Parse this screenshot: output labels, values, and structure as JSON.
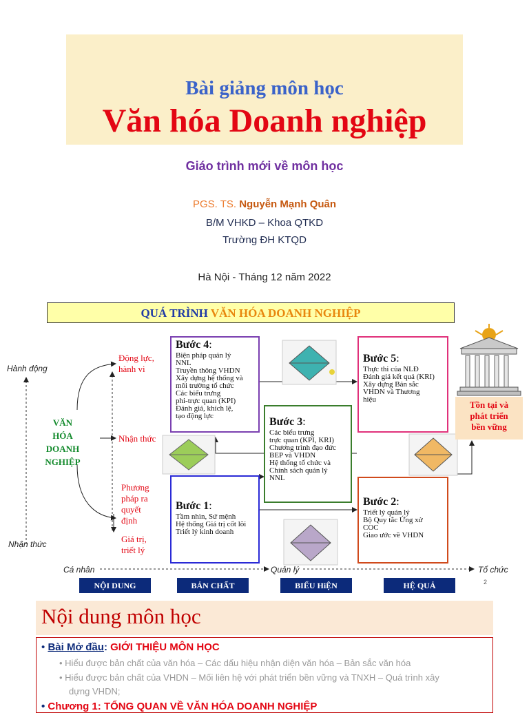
{
  "slide1": {
    "lecture": "Bài giảng môn học",
    "course": "Văn hóa Doanh nghiệp",
    "subtitle": "Giáo trình mới về môn học",
    "author_prefix": "PGS. TS.",
    "author_name": "Nguyễn Mạnh Quân",
    "department": "B/M VHKD – Khoa QTKD",
    "school": "Trường ĐH KTQD",
    "date": "Hà Nội - Tháng 12 năm 2022"
  },
  "slide2": {
    "title_part1": "QUÁ TRÌNH",
    "title_part2": "VĂN HÓA DOANH NGHIỆP",
    "axis_top": "Hành động",
    "axis_bottom": "Nhận thức",
    "axis_x": [
      "Cá nhân",
      "Quản lý",
      "Tổ chức"
    ],
    "center_label": [
      "VĂN",
      "HÓA",
      "DOANH",
      "NGHIỆP"
    ],
    "branches": [
      "Động lực,",
      "hành vi",
      "Nhận thức",
      "Phương",
      "pháp ra",
      "quyết",
      "định",
      "Giá trị,",
      "triết lý"
    ],
    "steps": [
      {
        "head": "Bước 1",
        "lines": [
          "Tầm nhìn, Sứ mệnh",
          "Hệ thống Giá trị cốt lõi",
          "Triết lý kinh doanh"
        ]
      },
      {
        "head": "Bước 2",
        "lines": [
          "Triết lý quản lý",
          "Bộ Quy tắc Ứng xử",
          "COC",
          "Giao ước về VHDN"
        ]
      },
      {
        "head": "Bước 3",
        "lines": [
          "Các biểu trưng",
          "trực quan (KPI, KRI)",
          "Chương trình đạo đức",
          "BEP và VHDN",
          "Hệ thống tổ chức và",
          "Chính sách quản lý",
          "NNL"
        ]
      },
      {
        "head": "Bước 4",
        "lines": [
          "Biện pháp quản lý",
          "NNL",
          "Truyền thông VHDN",
          "Xây dựng hệ thống và",
          "môi trường tổ chức",
          "Các biểu trưng",
          "phi-trực quan (KPI)",
          "Đánh giá, khích lệ,",
          "tạo động lực"
        ]
      },
      {
        "head": "Bước 5",
        "lines": [
          "Thực thi của NLĐ",
          "Đánh giá kết quả (KRI)",
          "Xây dựng Bản sắc",
          "VHDN và Thương",
          "hiệu"
        ]
      }
    ],
    "sustain": [
      "Tồn tại và",
      "phát triển",
      "bền vững"
    ],
    "buttons": [
      "NỘI DUNG",
      "BẢN CHẤT",
      "BIỂU HiỆN",
      "HỆ QUẢ"
    ],
    "page_number": "2",
    "colors": {
      "step1": "#2a2ad6",
      "step2": "#d04a1c",
      "step3": "#3a7d2c",
      "step4": "#7a3fb0",
      "step5": "#e0307a"
    }
  },
  "slide3": {
    "title": "Nội dung môn học",
    "bullet1_link": "Bài Mở đầu",
    "bullet1_colon": ":",
    "bullet1_title": "GIỚI THIỆU MÔN HỌC",
    "sub1": "Hiểu được bản chất của văn hóa – Các dấu hiệu nhận diện văn hóa – Bản sắc văn hóa",
    "sub2a": "Hiểu được bản chất của VHDN – Mối liên hệ với phát triển bền vững và TNXH – Quá trình xây",
    "sub2b": "dựng VHDN;",
    "bullet2": "Chương 1: TỔNG QUAN VỀ VĂN HÓA DOANH NGHIỆP"
  }
}
